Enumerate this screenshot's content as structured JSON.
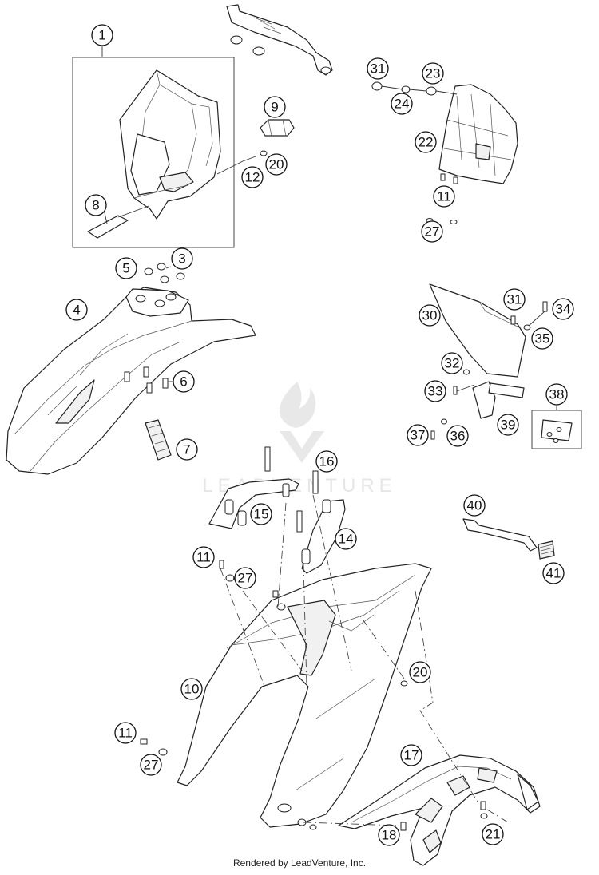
{
  "footer": "Rendered by LeadVenture, Inc.",
  "watermark": "LEADVENTURE",
  "callouts": [
    "1",
    "3",
    "4",
    "5",
    "6",
    "7",
    "8",
    "9",
    "10",
    "11",
    "11",
    "11",
    "12",
    "14",
    "15",
    "16",
    "17",
    "18",
    "20",
    "20",
    "21",
    "22",
    "23",
    "24",
    "27",
    "27",
    "27",
    "30",
    "31",
    "31",
    "32",
    "33",
    "34",
    "35",
    "36",
    "37",
    "38",
    "39",
    "40",
    "41"
  ]
}
